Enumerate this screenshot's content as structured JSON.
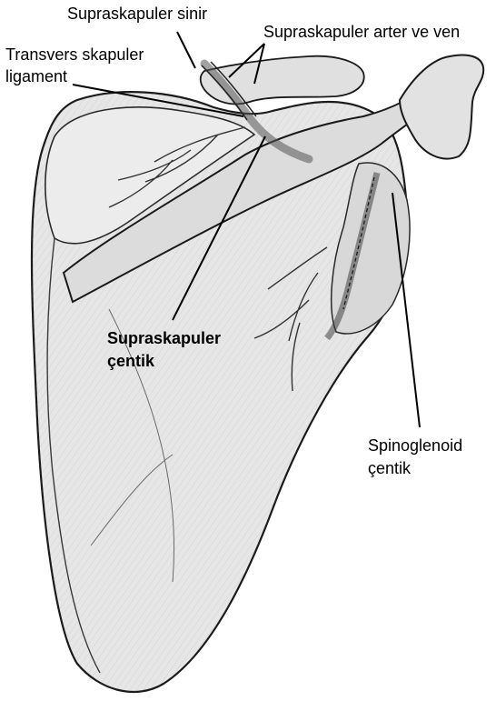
{
  "labels": {
    "suprascapular_nerve": "Supraskapuler sinir",
    "suprascapular_artery_vein": "Supraskapuler arter ve ven",
    "transverse_ligament_line1": "Transvers skapuler",
    "transverse_ligament_line2": "ligament",
    "suprascapular_notch_line1": "Supraskapuler",
    "suprascapular_notch_line2": "çentik",
    "spinoglenoid_notch_line1": "Spinoglenoid",
    "spinoglenoid_notch_line2": "çentik"
  },
  "colors": {
    "bone_fill": "#e6e6e6",
    "outline": "#1a1a1a",
    "shading": "#8c8c8c",
    "text": "#000000"
  }
}
